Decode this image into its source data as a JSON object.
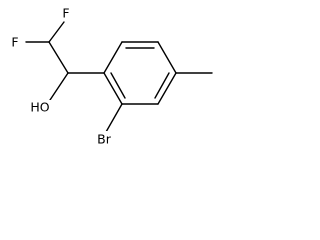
{
  "molecule": {
    "atoms": {
      "fluorine_top": "F",
      "fluorine_left": "F",
      "hydroxyl": "HO",
      "bromine": "Br"
    },
    "colors": {
      "bond": "#000000",
      "label": "#000000",
      "background": "#ffffff"
    }
  }
}
